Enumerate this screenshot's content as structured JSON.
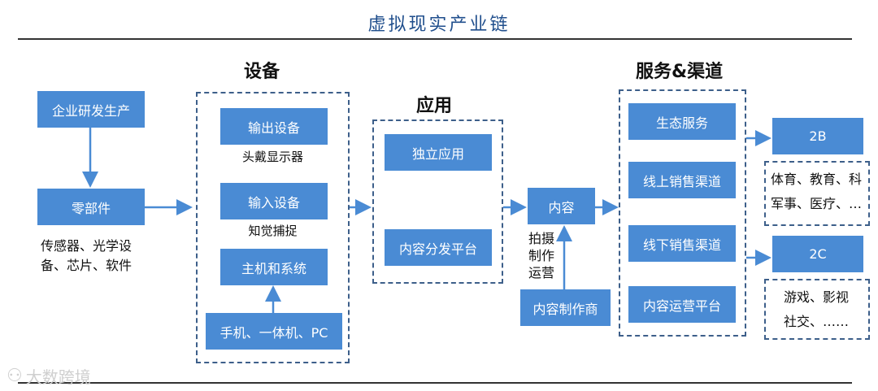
{
  "title": "虚拟现实产业链",
  "sections": {
    "devices": "设备",
    "apps": "应用",
    "services": "服务&渠道"
  },
  "supply": {
    "enterprise": "企业研发生产",
    "components": "零部件",
    "components_note": [
      "传感器、光学设",
      "备、芯片、软件"
    ]
  },
  "devices": {
    "output": "输出设备",
    "output_sub": "头戴显示器",
    "input": "输入设备",
    "input_sub": "知觉捕捉",
    "host": "主机和系统",
    "terminals": "手机、一体机、PC"
  },
  "apps": {
    "standalone": "独立应用",
    "distribution": "内容分发平台"
  },
  "content": {
    "node": "内容",
    "note": [
      "拍摄",
      "制作",
      "运营"
    ],
    "producer": "内容制作商"
  },
  "services": {
    "eco": "生态服务",
    "online": "线上销售渠道",
    "offline": "线下销售渠道",
    "ops": "内容运营平台"
  },
  "targets": {
    "b": "2B",
    "b_note": [
      "体育、教育、科",
      "军事、医疗、…"
    ],
    "c": "2C",
    "c_note": [
      "游戏、影视",
      "社交、……"
    ]
  },
  "watermark": "大数跨境",
  "colors": {
    "box": "#4a8bd4",
    "arrow": "#4a8bd4",
    "dash": "#3d5f8a",
    "title": "#1f4e8c"
  }
}
